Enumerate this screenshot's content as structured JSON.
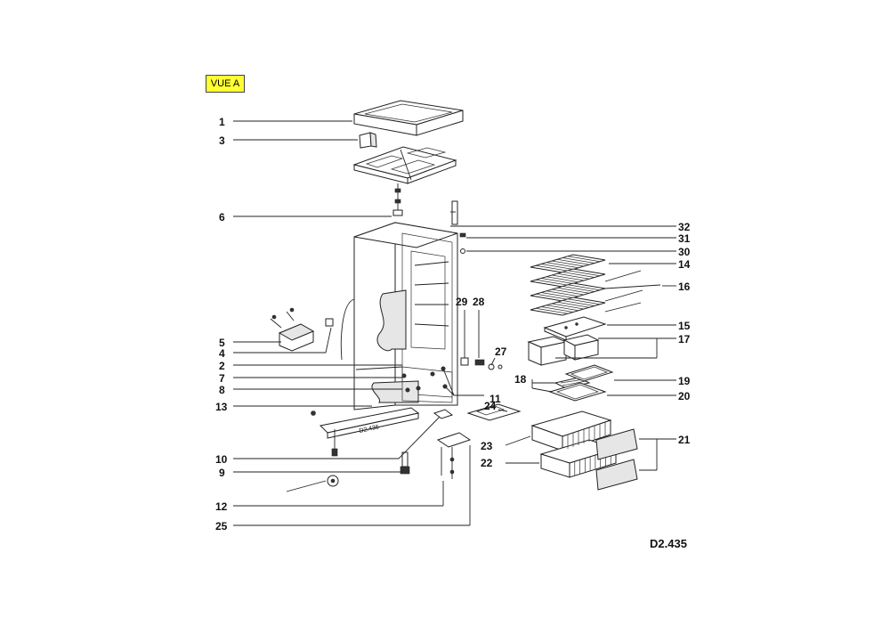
{
  "view_tag": "VUE A",
  "drawing_ref": "D2.435",
  "inline_ref": "D2.436",
  "callouts": {
    "c1": "1",
    "c2": "2",
    "c3": "3",
    "c4": "4",
    "c5": "5",
    "c6": "6",
    "c7": "7",
    "c8": "8",
    "c9": "9",
    "c10": "10",
    "c11": "11",
    "c12": "12",
    "c13": "13",
    "c14": "14",
    "c15": "15",
    "c16": "16",
    "c17": "17",
    "c18": "18",
    "c19": "19",
    "c20": "20",
    "c21": "21",
    "c22": "22",
    "c23": "23",
    "c24": "24",
    "c25": "25",
    "c27": "27",
    "c28": "28",
    "c29": "29",
    "c30": "30",
    "c31": "31",
    "c32": "32"
  }
}
